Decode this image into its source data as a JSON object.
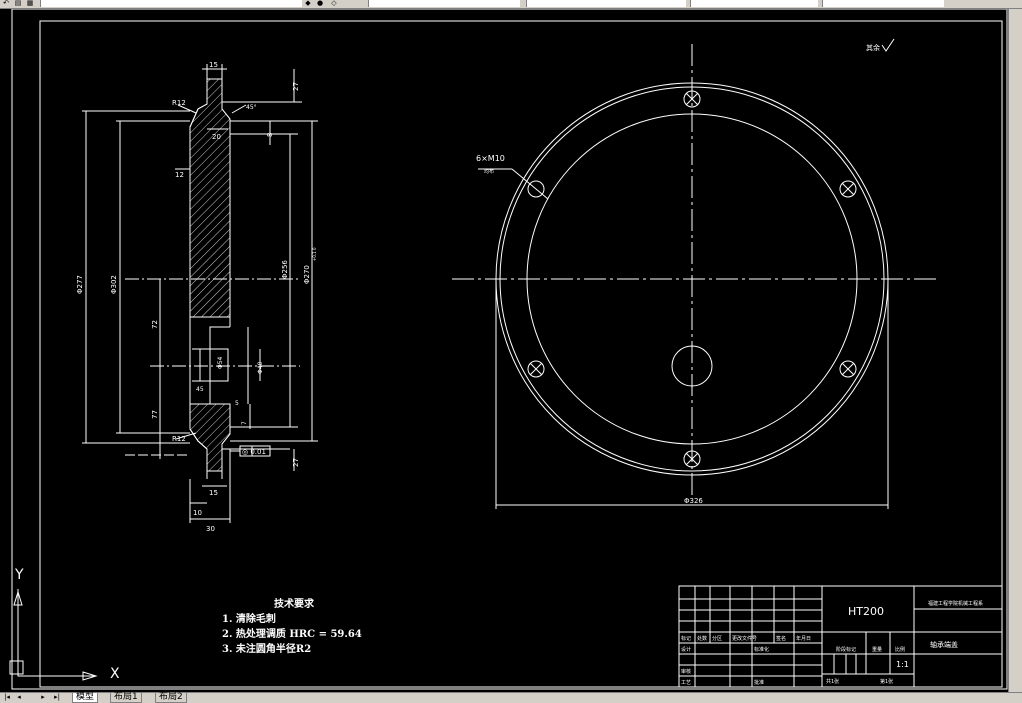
{
  "app": {
    "toolbar_fields": [
      "",
      "",
      "",
      "",
      "",
      ""
    ]
  },
  "tabs": [
    {
      "label": "模型",
      "active": true
    },
    {
      "label": "布局1",
      "active": false
    },
    {
      "label": "布局2",
      "active": false
    }
  ],
  "ucs": {
    "y_label": "Y",
    "x_label": "X"
  },
  "drawing": {
    "surface_finish": "其余",
    "section_dims": {
      "top_width": "15",
      "top_height": "27",
      "r_top": "R12",
      "chamfer": "45°",
      "d20": "20",
      "d8": "8",
      "d12": "12",
      "dia_277": "Φ277",
      "dia_302": "Φ302",
      "dia_256": "Φ256",
      "dia_270": "Φ270",
      "dia_270_tol": "+0.1 0",
      "dim_72": "72",
      "dim_77": "77",
      "dia_54": "Φ54",
      "dia_40": "Φ40",
      "dim_45": "45",
      "dim_5": "5",
      "dim_7": "7",
      "r_bottom": "R12",
      "bottom_height": "27",
      "bottom_width": "15",
      "dim_10": "10",
      "dim_30": "30",
      "gdt": "◎ 0.01"
    },
    "plan_dims": {
      "holes": "6×M10",
      "hole_note": "均布",
      "dia_326": "Φ326"
    }
  },
  "tech_requirements": {
    "title": "技术要求",
    "items": [
      "1. 清除毛刺",
      "2. 热处理调质 HRC = 59.64",
      "3. 未注圆角半径R2"
    ]
  },
  "title_block": {
    "material": "HT200",
    "company": "福建工程学院机械工程系",
    "part_name": "轴承端盖",
    "scale": "1:1",
    "labels": {
      "mark": "标记",
      "count": "处数",
      "zone": "分区",
      "doc_no": "更改文件号",
      "sign": "签名",
      "date": "年月日",
      "design": "设计",
      "standardize": "标准化",
      "stage_mark": "阶段标记",
      "weight": "重量",
      "ratio": "比例",
      "review": "审核",
      "process": "工艺",
      "approve": "批准",
      "sheets_total": "共1张",
      "sheet_no": "第1张"
    }
  }
}
